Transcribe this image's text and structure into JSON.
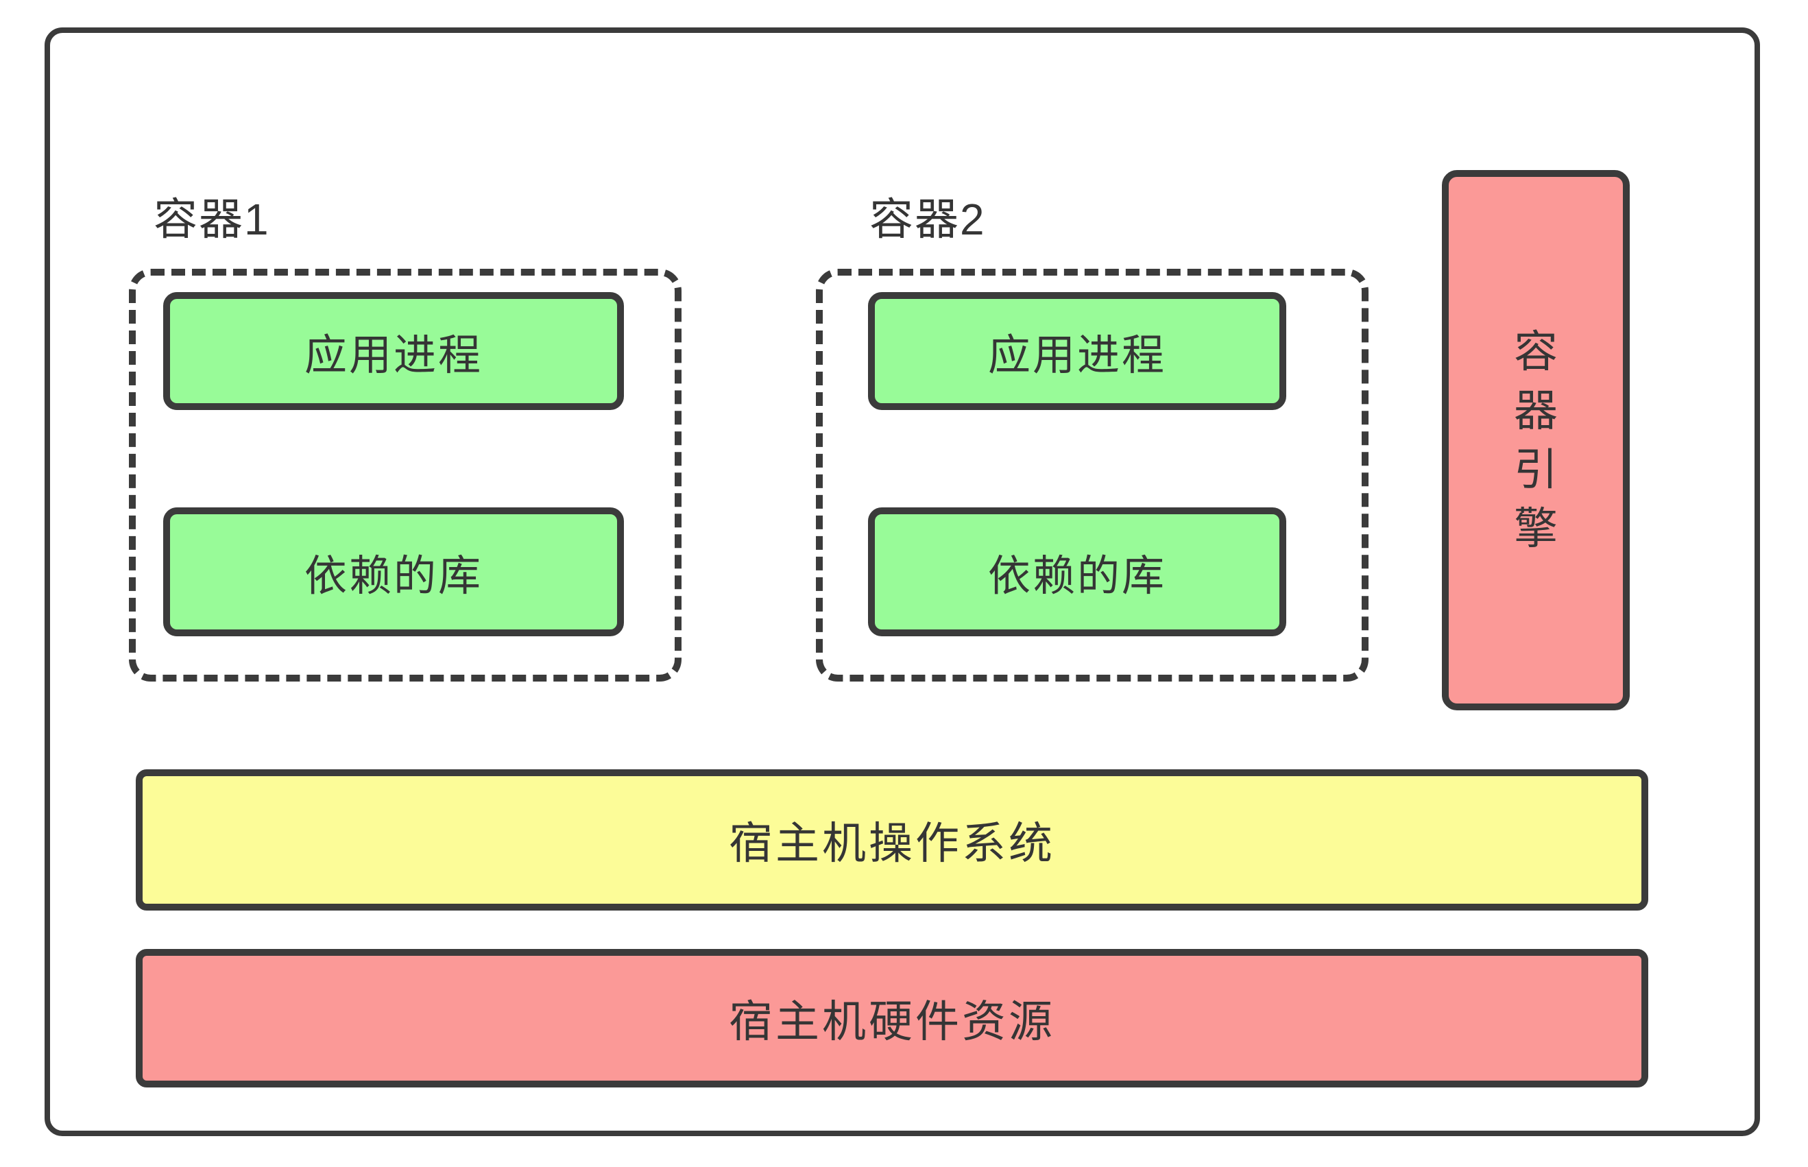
{
  "diagram": {
    "containers": [
      {
        "label": "容器1",
        "process_box": "应用进程",
        "libs_box": "依赖的库"
      },
      {
        "label": "容器2",
        "process_box": "应用进程",
        "libs_box": "依赖的库"
      }
    ],
    "engine_label": "容器引擎",
    "os_label": "宿主机操作系统",
    "hardware_label": "宿主机硬件资源",
    "colors": {
      "box_green": "#98fb98",
      "bar_yellow": "#fcfc98",
      "box_red": "#fb9997",
      "border_dark": "#3b3b3b",
      "background": "#ffffff"
    }
  }
}
